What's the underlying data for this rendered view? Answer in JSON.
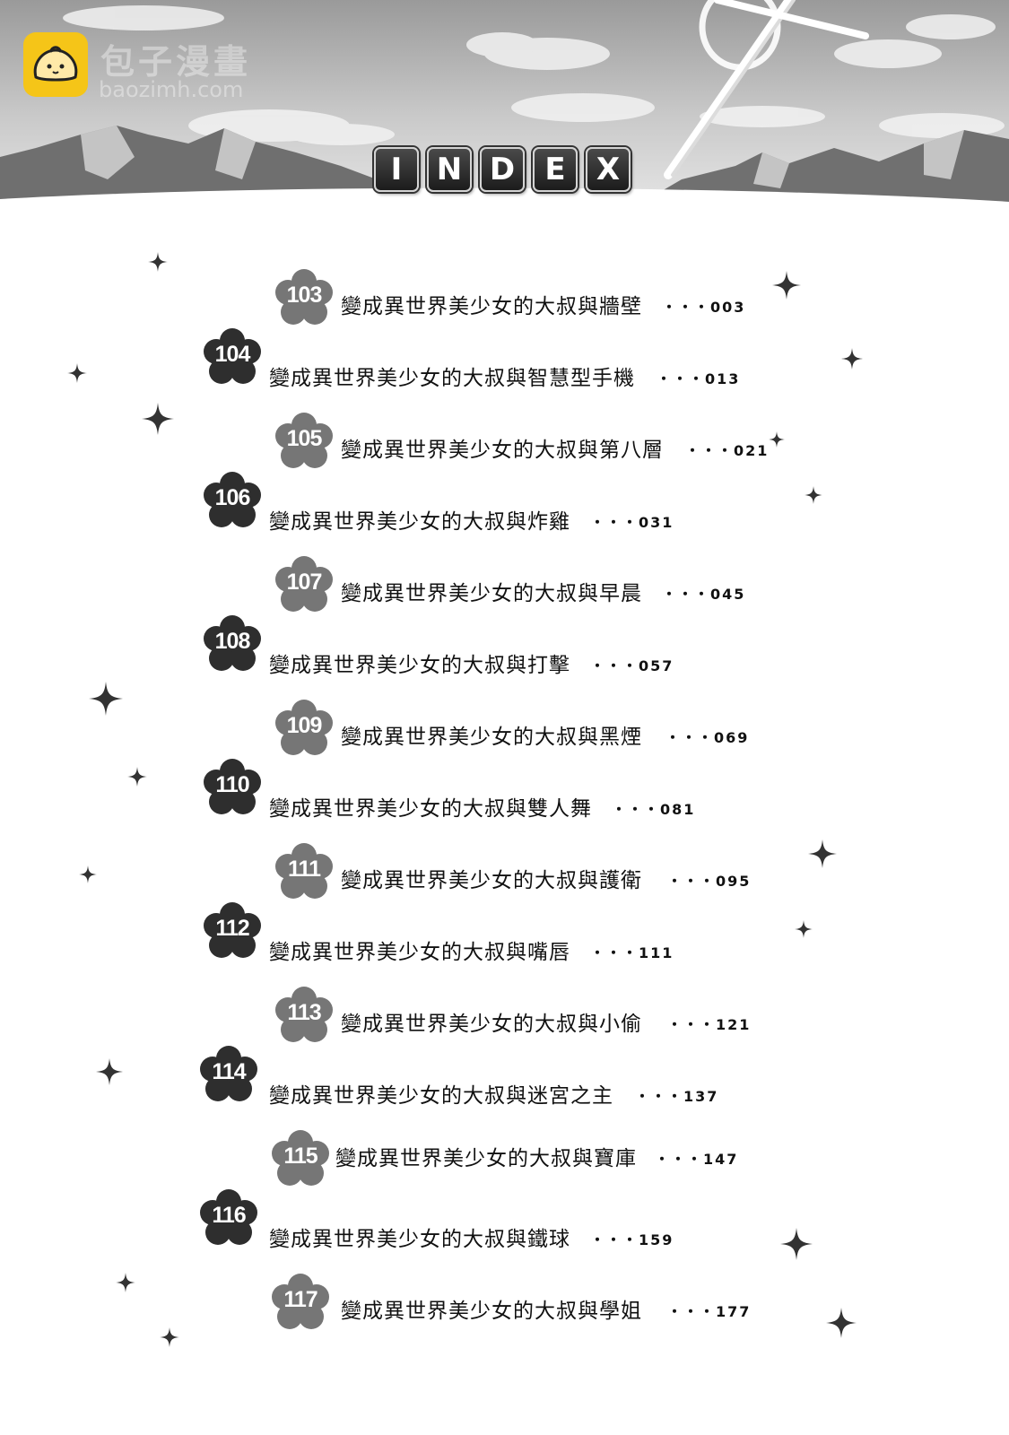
{
  "header": {
    "site_watermark": "包子漫畫",
    "site_url": "baozimh.com",
    "title_letters": [
      "I",
      "N",
      "D",
      "E",
      "X"
    ]
  },
  "toc": {
    "entries": [
      {
        "number": "103",
        "title": "變成異世界美少女的大叔與牆壁",
        "page": "・・・003"
      },
      {
        "number": "104",
        "title": "變成異世界美少女的大叔與智慧型手機",
        "page": "・・・013"
      },
      {
        "number": "105",
        "title": "變成異世界美少女的大叔與第八層",
        "page": "・・・021"
      },
      {
        "number": "106",
        "title": "變成異世界美少女的大叔與炸雞",
        "page": "・・・031"
      },
      {
        "number": "107",
        "title": "變成異世界美少女的大叔與早晨",
        "page": "・・・045"
      },
      {
        "number": "108",
        "title": "變成異世界美少女的大叔與打擊",
        "page": "・・・057"
      },
      {
        "number": "109",
        "title": "變成異世界美少女的大叔與黑煙",
        "page": "・・・069"
      },
      {
        "number": "110",
        "title": "變成異世界美少女的大叔與雙人舞",
        "page": "・・・081"
      },
      {
        "number": "111",
        "title": "變成異世界美少女的大叔與護衛",
        "page": "・・・095"
      },
      {
        "number": "112",
        "title": "變成異世界美少女的大叔與嘴唇",
        "page": "・・・111"
      },
      {
        "number": "113",
        "title": "變成異世界美少女的大叔與小偷",
        "page": "・・・121"
      },
      {
        "number": "114",
        "title": "變成異世界美少女的大叔與迷宮之主",
        "page": "・・・137"
      },
      {
        "number": "115",
        "title": "變成異世界美少女的大叔與寶庫",
        "page": "・・・147"
      },
      {
        "number": "116",
        "title": "變成異世界美少女的大叔與鐵球",
        "page": "・・・159"
      },
      {
        "number": "117",
        "title": "變成異世界美少女的大叔與學姐",
        "page": "・・・177"
      }
    ]
  }
}
